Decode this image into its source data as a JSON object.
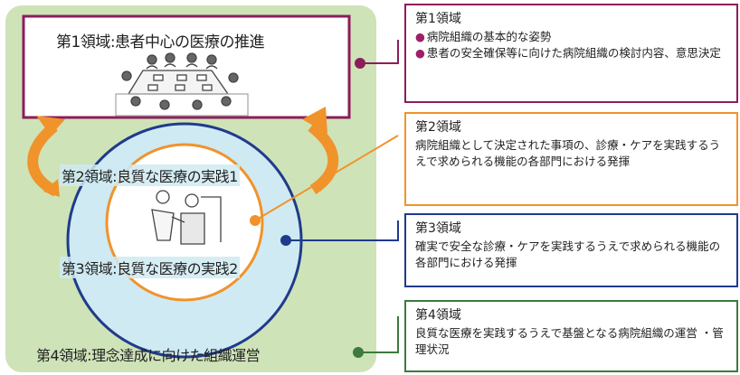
{
  "colors": {
    "domain1": "#8c1d5b",
    "domain2": "#f0932b",
    "domain3": "#1f3b8c",
    "domain4": "#3d7a3d",
    "background_panel": "#cfe3b8",
    "outer_circle_fill": "#cfeaf2"
  },
  "left": {
    "domain1_label": "第1領域:患者中心の医療の推進",
    "domain2_label": "第2領域:良質な医療の実践1",
    "domain3_label": "第3領域:良質な医療の実践2",
    "domain4_label": "第4領域:理念達成に向けた組織運営"
  },
  "right": {
    "d1": {
      "title": "第1領域",
      "bullets": [
        "病院組織の基本的な姿勢",
        "患者の安全確保等に向けた病院組織の検討内容、意思決定"
      ]
    },
    "d2": {
      "title": "第2領域",
      "text": "病院組織として決定された事項の、診療・ケアを実践するうえで求められる機能の各部門における発揮"
    },
    "d3": {
      "title": "第3領域",
      "text": "確実で安全な診療・ケアを実践するうえで求められる機能の各部門における発揮"
    },
    "d4": {
      "title": "第4領域",
      "text": "良質な医療を実践するうえで基盤となる病院組織の運営 ・管理状況"
    }
  },
  "icons": [
    "meeting-illustration",
    "care-illustration",
    "curved-arrow-left-icon",
    "curved-arrow-right-icon"
  ]
}
